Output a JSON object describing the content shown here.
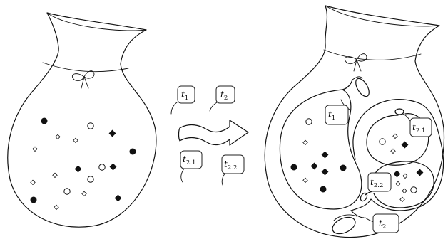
{
  "tags_left": [
    {
      "base": "t",
      "sub": "1"
    },
    {
      "base": "t",
      "sub": "2"
    },
    {
      "base": "t",
      "sub": "2.1"
    },
    {
      "base": "t",
      "sub": "2.2"
    }
  ],
  "tags_right": [
    {
      "base": "t",
      "sub": "1"
    },
    {
      "base": "t",
      "sub": "2.1"
    },
    {
      "base": "t",
      "sub": "2.2"
    },
    {
      "base": "t",
      "sub": "2"
    }
  ],
  "colors": {
    "ink": "#111111",
    "background": "#ffffff"
  }
}
